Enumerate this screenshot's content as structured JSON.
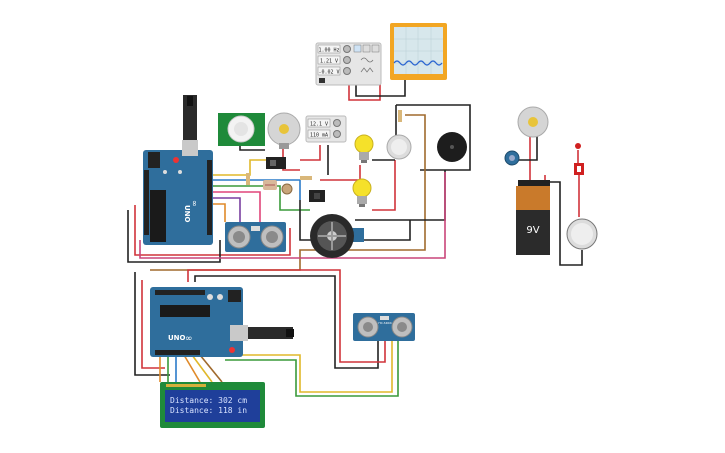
{
  "function_generator": {
    "readouts": [
      "1.00 Hz",
      "1.21 V",
      "-0.02 V"
    ]
  },
  "power_supply": {
    "readouts": [
      "12.1 V",
      "110 mA"
    ]
  },
  "battery": {
    "label": "9V"
  },
  "lcd": {
    "line1": "Distance: 302 cm",
    "line2": "Distance: 118 in"
  },
  "arduino_top": {
    "model": "UNO"
  },
  "arduino_bottom": {
    "model": "UNO"
  },
  "ultrasonic_bottom": {
    "label": "HC-SR04"
  },
  "colors": {
    "arduino_blue": "#2f6e9c",
    "battery_orange": "#c97a2b",
    "lcd_blue": "#1f3f9a",
    "scope_orange": "#f2a623",
    "bulb_yellow": "#f5e12a"
  }
}
